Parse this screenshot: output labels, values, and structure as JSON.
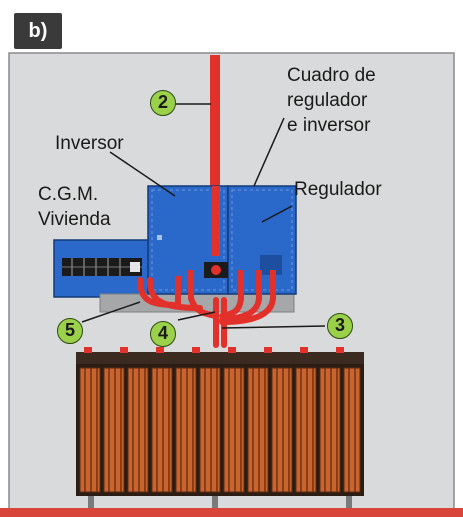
{
  "panel_label": "b)",
  "labels": {
    "cuadro": [
      "Cuadro de",
      "regulador",
      "e inversor"
    ],
    "inversor": "Inversor",
    "cgm": [
      "C.G.M.",
      "Vivienda"
    ],
    "regulador": "Regulador"
  },
  "markers": [
    "2",
    "3",
    "4",
    "5"
  ],
  "colors": {
    "wall": "#d9dadb",
    "cabinet": "#2a68c9",
    "cable": "#e2302a",
    "battery": "#c8652e",
    "marker": "#9bd14a"
  }
}
